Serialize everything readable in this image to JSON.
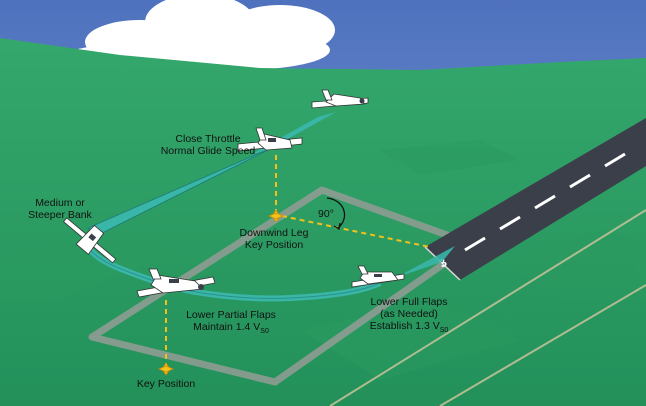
{
  "labels": {
    "close_throttle": "Close Throttle",
    "normal_glide": "Normal Glide Speed",
    "medium_or": "Medium or",
    "steeper_bank": "Steeper Bank",
    "angle": "90°",
    "downwind_leg": "Downwind Leg",
    "key_position_upper": "Key Position",
    "lower_partial_flaps": "Lower Partial Flaps",
    "maintain": "Maintain 1.4 V",
    "maintain_sub": "S0",
    "lower_full_flaps": "Lower Full Flaps",
    "as_needed": "(as Needed)",
    "establish": "Establish 1.3 V",
    "establish_sub": "S0",
    "key_position_lower": "Key Position"
  },
  "colors": {
    "sky": "#5b7ec4",
    "cloud": "#ffffff",
    "ground": "#2d9e63",
    "ground_dark": "#1f8a55",
    "runway": "#3a3f4a",
    "flight_path": "#3ab6a8",
    "key_marker": "#f2c21a"
  }
}
